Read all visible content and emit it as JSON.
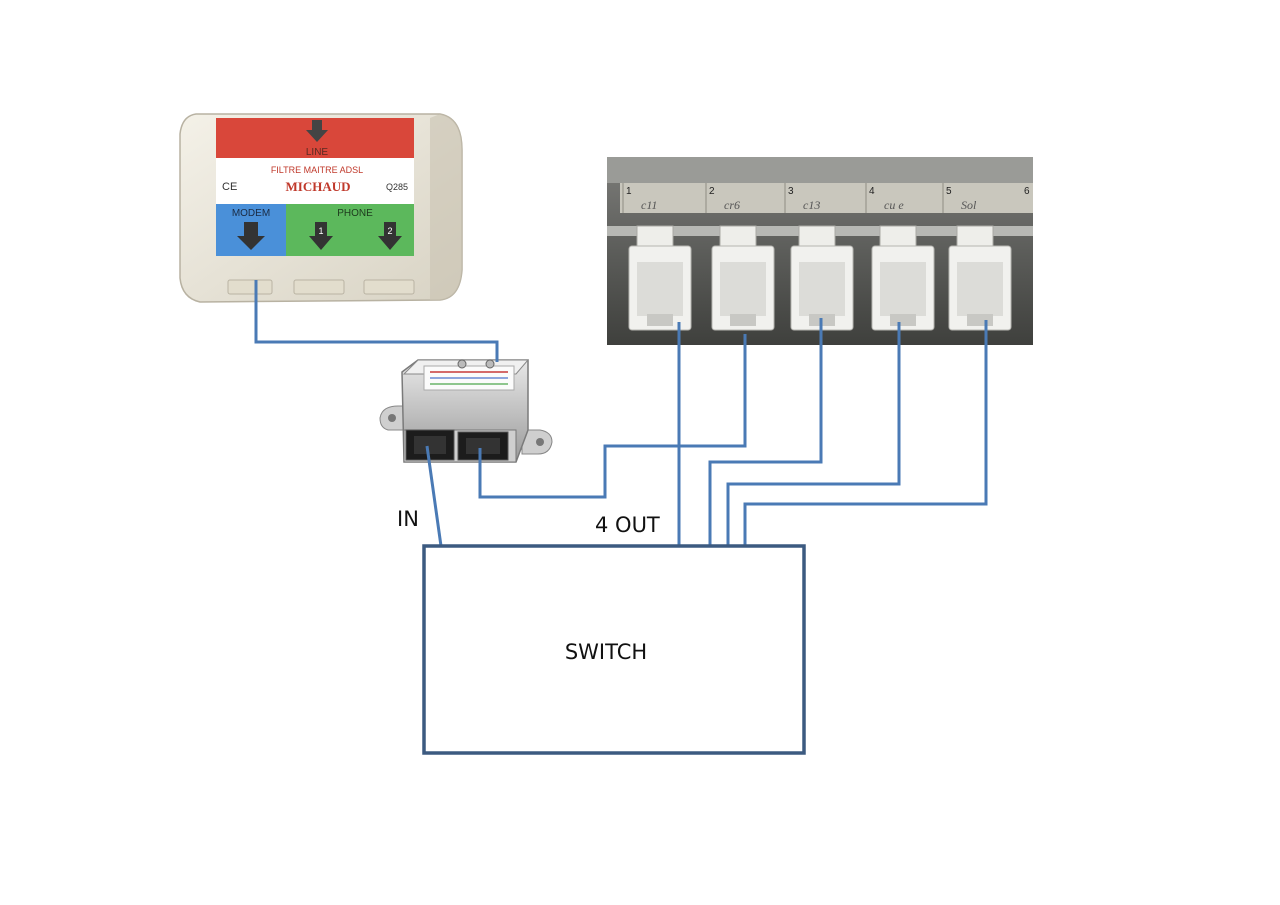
{
  "filter": {
    "line_label": "LINE",
    "title": "FILTRE MAITRE ADSL",
    "ce_mark": "CE",
    "brand": "MICHAUD",
    "model": "Q285",
    "modem_label": "MODEM",
    "phone_label": "PHONE",
    "phone1_num": "1",
    "phone2_num": "2",
    "colors": {
      "line": "#d9473a",
      "modem": "#4a90d9",
      "phone": "#5cb85c",
      "brand": "#c0392b"
    }
  },
  "patch_panel": {
    "ports": [
      {
        "num": "1",
        "tag": "c11"
      },
      {
        "num": "2",
        "tag": "cr6"
      },
      {
        "num": "3",
        "tag": "c13"
      },
      {
        "num": "4",
        "tag": "cu e"
      },
      {
        "num": "5",
        "tag": "Sol"
      }
    ],
    "extra_num": "6"
  },
  "labels": {
    "in": "IN",
    "out": "4 OUT",
    "switch": "SWITCH"
  },
  "colors": {
    "wire": "#4a7ab5",
    "switch_border": "#3c5a80"
  }
}
